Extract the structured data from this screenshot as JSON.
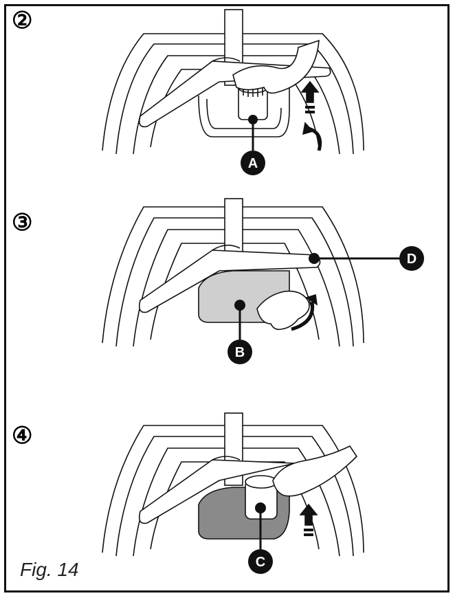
{
  "steps": [
    {
      "number": "②",
      "callouts": [
        "A"
      ]
    },
    {
      "number": "③",
      "callouts": [
        "D",
        "B"
      ]
    },
    {
      "number": "④",
      "callouts": [
        "C"
      ]
    }
  ],
  "figure_label": "Fig. 14",
  "colors": {
    "line": "#111111",
    "filter_area_step3": "#cfcfcf",
    "filter_area_step4": "#8a8a8a"
  }
}
